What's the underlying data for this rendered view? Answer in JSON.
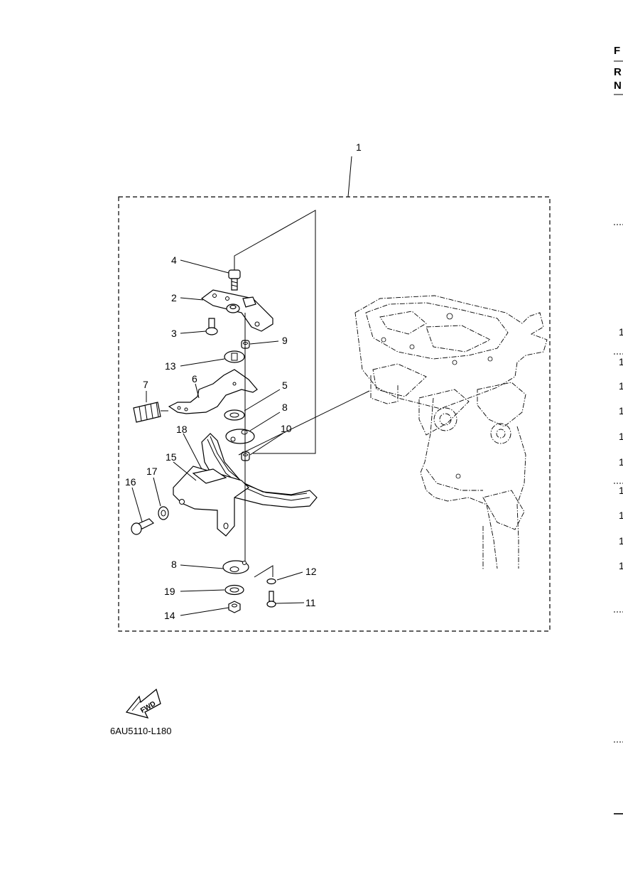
{
  "callouts": [
    {
      "id": "1",
      "label": "1"
    },
    {
      "id": "2",
      "label": "2"
    },
    {
      "id": "3",
      "label": "3"
    },
    {
      "id": "4",
      "label": "4"
    },
    {
      "id": "5",
      "label": "5"
    },
    {
      "id": "6",
      "label": "6"
    },
    {
      "id": "7",
      "label": "7"
    },
    {
      "id": "8a",
      "label": "8"
    },
    {
      "id": "8b",
      "label": "8"
    },
    {
      "id": "9",
      "label": "9"
    },
    {
      "id": "10",
      "label": "10"
    },
    {
      "id": "11",
      "label": "11"
    },
    {
      "id": "12",
      "label": "12"
    },
    {
      "id": "13",
      "label": "13"
    },
    {
      "id": "14",
      "label": "14"
    },
    {
      "id": "15",
      "label": "15"
    },
    {
      "id": "16",
      "label": "16"
    },
    {
      "id": "17",
      "label": "17"
    },
    {
      "id": "18",
      "label": "18"
    },
    {
      "id": "19",
      "label": "19"
    }
  ],
  "fwd_label": "FWD",
  "figure_code": "6AU5110-L180",
  "edge_letters": [
    "F",
    "R",
    "N"
  ],
  "edge_numbers": [
    "1",
    "1",
    "1",
    "1",
    "1",
    "1",
    "1",
    "1",
    "1",
    "1"
  ]
}
